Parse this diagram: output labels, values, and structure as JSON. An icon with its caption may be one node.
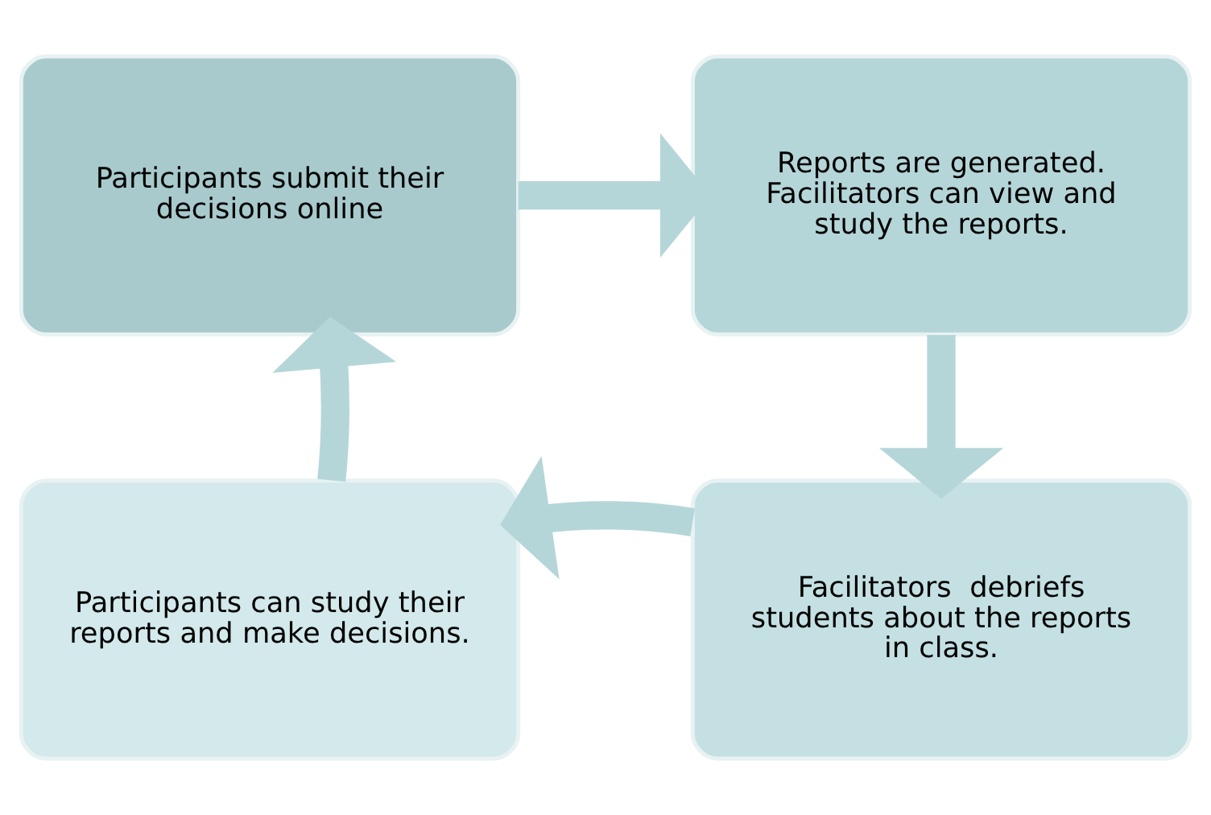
{
  "diagram": {
    "nodes": [
      {
        "text": [
          "Participants submit their decisions online"
        ]
      },
      {
        "text": [
          "Reports are generated. Facilitators can view and study the reports."
        ]
      },
      {
        "text": [
          "Facilitators  debriefs students about the reports in class."
        ]
      },
      {
        "text": [
          "Participants can study their reports and make decisions."
        ]
      }
    ],
    "edges": [
      {
        "from": 0,
        "to": 1,
        "arrow": "to"
      },
      {
        "from": 1,
        "to": 2,
        "arrow": "to"
      },
      {
        "from": 2,
        "to": 3,
        "arrow": "to"
      },
      {
        "from": 3,
        "to": 0,
        "arrow": "to"
      }
    ]
  }
}
